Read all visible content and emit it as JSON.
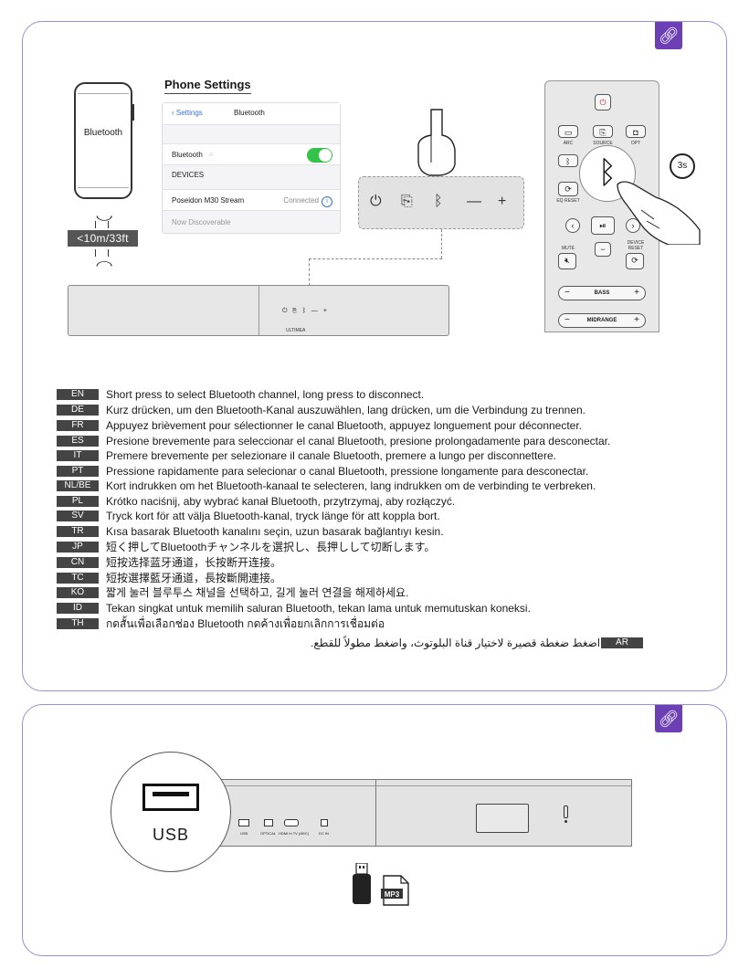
{
  "top_panel": {
    "phone": {
      "label": "Bluetooth",
      "range": "<10m/33ft"
    },
    "phone_settings": {
      "title": "Phone Settings",
      "back_label": "Settings",
      "header": "Bluetooth",
      "bluetooth_label": "Bluetooth",
      "devices_label": "DEVICES",
      "device_name": "Poseidon M30 Stream",
      "device_status": "Connected",
      "discoverable": "Now Discoverable",
      "bluetooth_on": true
    },
    "soundbar_brand": "ULTIMEA",
    "remote": {
      "labels": [
        "ARC",
        "SOURCE",
        "OPT",
        "EQ RESET",
        "MUTE",
        "DEVICE RESET"
      ],
      "bass_label": "BASS",
      "midrange_label": "MIDRANGE",
      "hold_time": "3s"
    }
  },
  "instructions": [
    {
      "code": "EN",
      "text": "Short press to select Bluetooth channel, long press to disconnect."
    },
    {
      "code": "DE",
      "text": "Kurz drücken, um den Bluetooth-Kanal auszuwählen, lang drücken, um die Verbindung zu trennen."
    },
    {
      "code": "FR",
      "text": "Appuyez brièvement pour sélectionner le canal Bluetooth, appuyez longuement pour déconnecter."
    },
    {
      "code": "ES",
      "text": "Presione brevemente para seleccionar el canal Bluetooth, presione prolongadamente para desconectar."
    },
    {
      "code": "IT",
      "text": "Premere brevemente per selezionare il canale Bluetooth, premere a lungo per disconnettere."
    },
    {
      "code": "PT",
      "text": "Pressione rapidamente para selecionar o canal Bluetooth, pressione longamente para desconectar."
    },
    {
      "code": "NL/BE",
      "text": "Kort indrukken om het Bluetooth-kanaal te selecteren, lang indrukken om de verbinding te verbreken."
    },
    {
      "code": "PL",
      "text": "Krótko naciśnij, aby wybrać kanał Bluetooth, przytrzymaj, aby rozłączyć."
    },
    {
      "code": "SV",
      "text": "Tryck kort för att välja Bluetooth-kanal, tryck länge för att koppla bort."
    },
    {
      "code": "TR",
      "text": "Kısa basarak Bluetooth kanalını seçin, uzun basarak bağlantıyı kesin."
    },
    {
      "code": "JP",
      "text": "短く押してBluetoothチャンネルを選択し、長押しして切断します。"
    },
    {
      "code": "CN",
      "text": "短按选择蓝牙通道，长按断开连接。"
    },
    {
      "code": "TC",
      "text": "短按選擇藍牙通道，長按斷開連接。"
    },
    {
      "code": "KO",
      "text": "짧게 눌러 블루투스 채널을 선택하고, 길게 눌러 연결을 해제하세요."
    },
    {
      "code": "ID",
      "text": "Tekan singkat untuk memilih saluran Bluetooth, tekan lama untuk memutuskan koneksi."
    },
    {
      "code": "TH",
      "text": "กดสั้นเพื่อเลือกช่อง Bluetooth กดค้างเพื่อยกเลิกการเชื่อมต่อ"
    }
  ],
  "arabic": {
    "code": "AR",
    "text": "اضغط ضغطة قصيرة لاختيار قناة البلوتوث، واضغط مطولاً للقطع."
  },
  "bottom_panel": {
    "usb_label": "USB",
    "port_labels": [
      "USB",
      "OPTICAL",
      "HDMI In TV (ARC)",
      "DC IN"
    ],
    "file_label": "MP3"
  }
}
